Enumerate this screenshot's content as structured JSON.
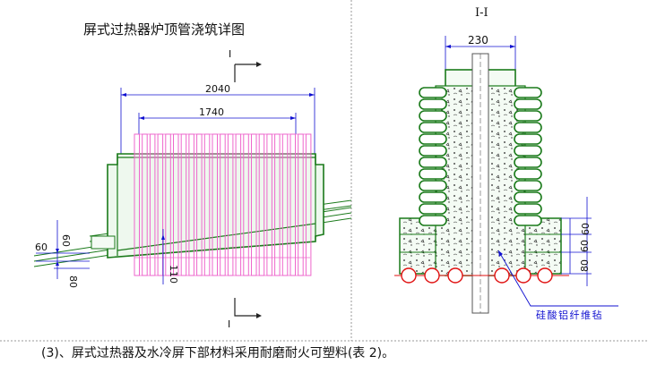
{
  "left_view": {
    "title": "屏式过热器炉顶管浇筑详图",
    "section_mark": "I",
    "dim_overall": "2040",
    "dim_inner": "1740",
    "dim_left_60": "60",
    "dim_left_60_vertical": "60",
    "dim_left_80": "80",
    "dim_slope_110": "110"
  },
  "right_view": {
    "title": "I-I",
    "dim_top": "230",
    "dim_right_60a": "60",
    "dim_right_60b": "60",
    "dim_right_80": "80",
    "material_label": "硅酸铝纤维毡"
  },
  "caption": "(3)、屏式过热器及水冷屏下部材料采用耐磨耐火可塑料(表 2)。",
  "colors": {
    "tube_pink": "#ee66cc",
    "wall_green": "#1a7a1a",
    "dim_blue": "#1010d0",
    "pipe_red": "#e01010"
  }
}
